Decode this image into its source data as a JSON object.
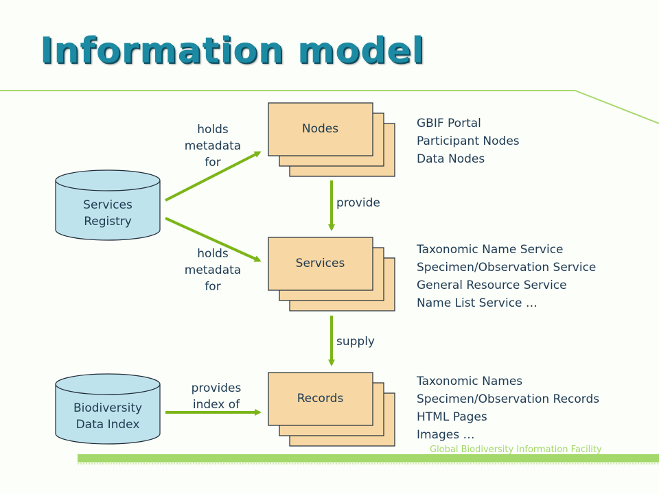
{
  "title": "Information model",
  "nodes": {
    "nodes_box": "Nodes",
    "services_box": "Services",
    "records_box": "Records"
  },
  "cylinders": {
    "registry": [
      "Services",
      "Registry"
    ],
    "index": [
      "Biodiversity",
      "Data Index"
    ]
  },
  "edge_labels": {
    "holds_top": [
      "holds",
      "metadata",
      "for"
    ],
    "holds_mid": [
      "holds",
      "metadata",
      "for"
    ],
    "provides_index": [
      "provides",
      "index of"
    ],
    "provide": "provide",
    "supply": "supply"
  },
  "info": {
    "nodes": [
      "GBIF Portal",
      "Participant Nodes",
      "Data Nodes"
    ],
    "services": [
      "Taxonomic Name Service",
      "Specimen/Observation Service",
      "General Resource Service",
      "Name List Service …"
    ],
    "records": [
      "Taxonomic Names",
      "Specimen/Observation Records",
      "HTML Pages",
      "Images …"
    ]
  },
  "footer": "Global Biodiversity Information Facility",
  "colors": {
    "accent_green": "#7cb518",
    "box_fill": "#f7d7a4",
    "cylinder_fill": "#bfe3ec",
    "title": "#1c8aa3",
    "text": "#1e3a52"
  }
}
